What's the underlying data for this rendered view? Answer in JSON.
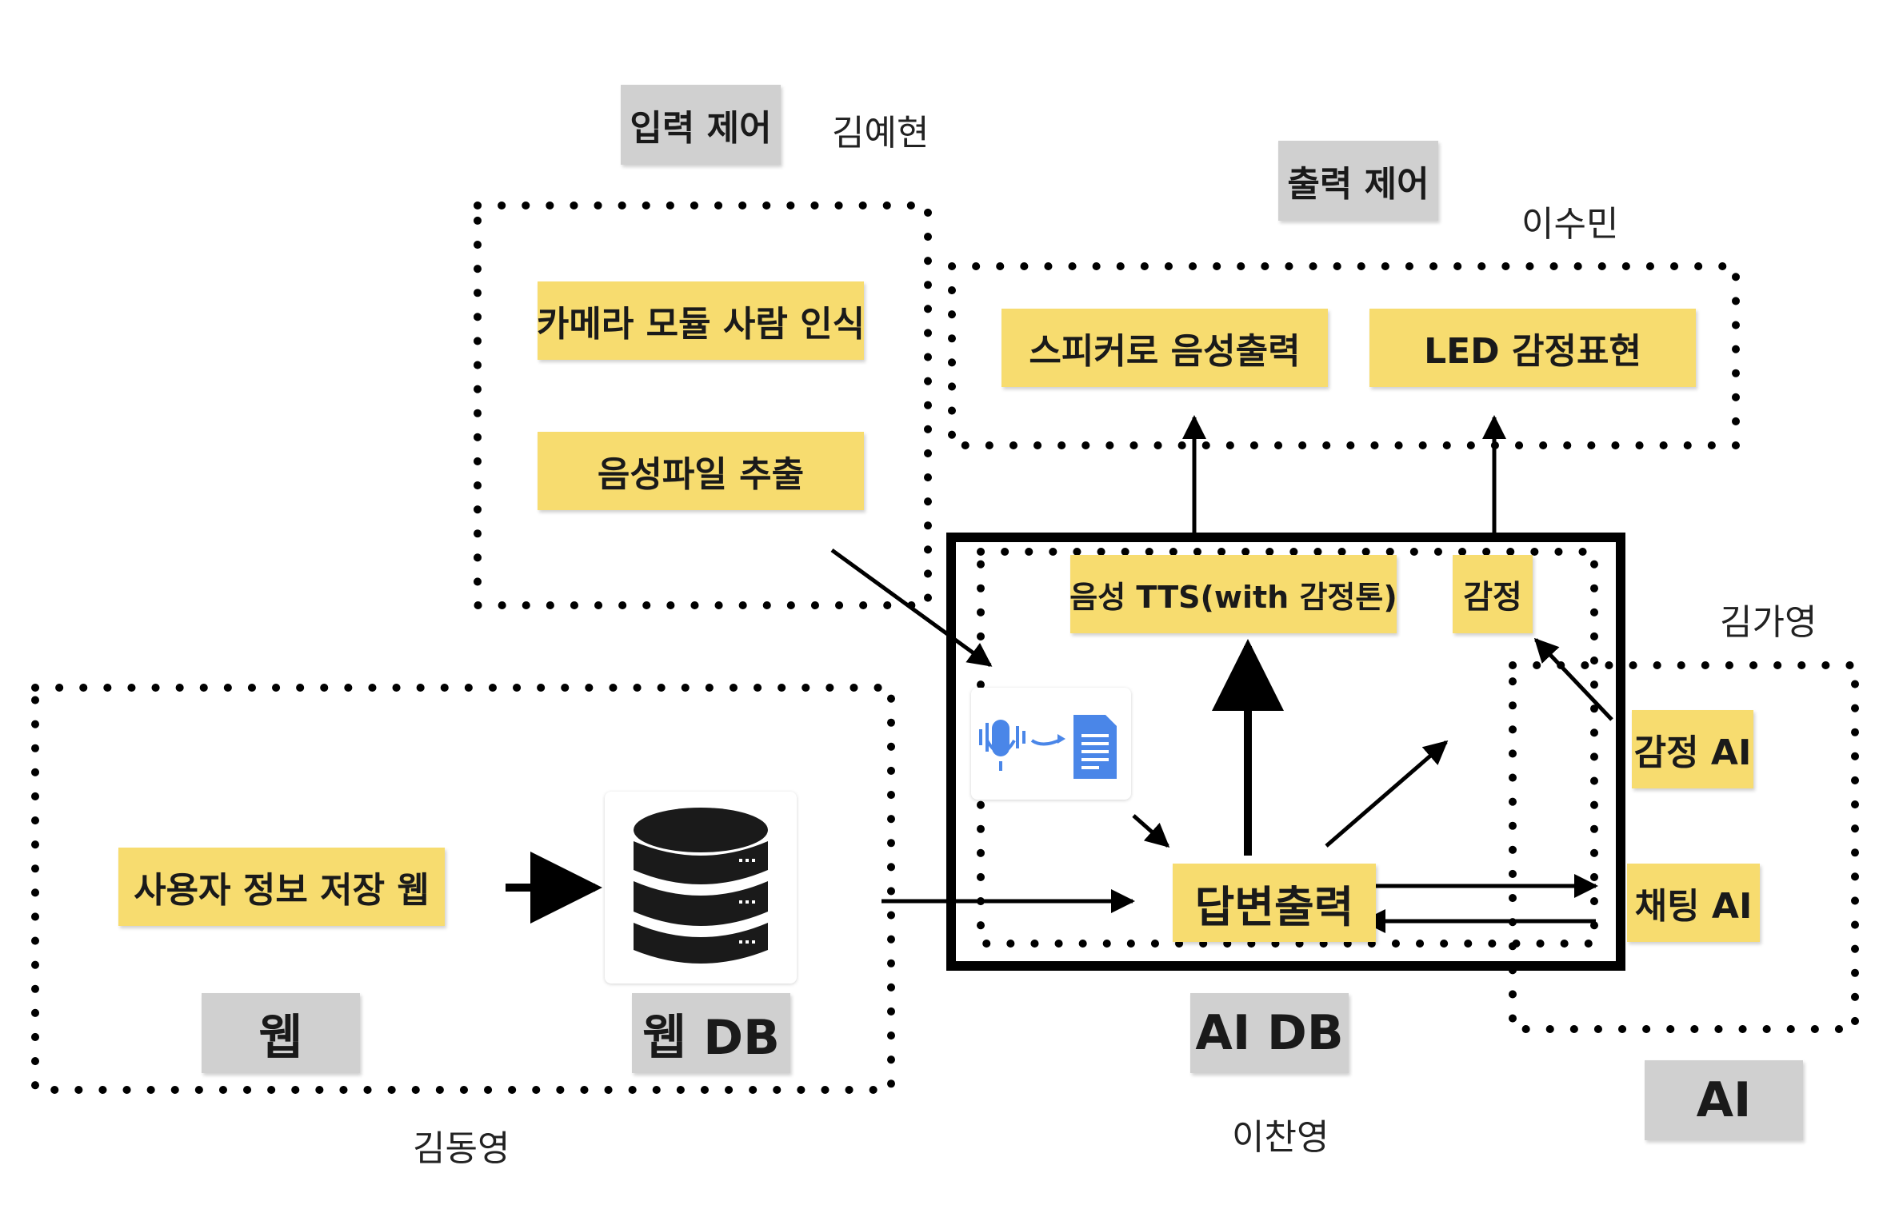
{
  "groups": {
    "input": {
      "label": "입력 제어",
      "owner": "김예현",
      "items": [
        "카메라 모듈 사람 인식",
        "음성파일 추출"
      ]
    },
    "output": {
      "label": "출력 제어",
      "owner": "이수민",
      "items": [
        "스피커로 음성출력",
        "LED 감정표현"
      ]
    },
    "web": {
      "label": "웹",
      "owner": "김동영",
      "items": [
        "사용자 정보 저장 웹"
      ],
      "db_label": "웹 DB"
    },
    "ai_db": {
      "label": "AI DB",
      "owner": "이찬영",
      "items": [
        "음성 TTS(with 감정톤)",
        "감정",
        "답변출력"
      ]
    },
    "ai": {
      "label": "AI",
      "owner": "김가영",
      "items": [
        "감정 AI",
        "채팅 AI"
      ]
    }
  },
  "colors": {
    "note": "#f7dc6f",
    "label": "#d0d0d0",
    "icon_blue": "#4a86e8",
    "db": "#1a1a1a"
  },
  "icons": {
    "speech_to_text": "microphone-to-document-icon",
    "database": "database-icon"
  }
}
